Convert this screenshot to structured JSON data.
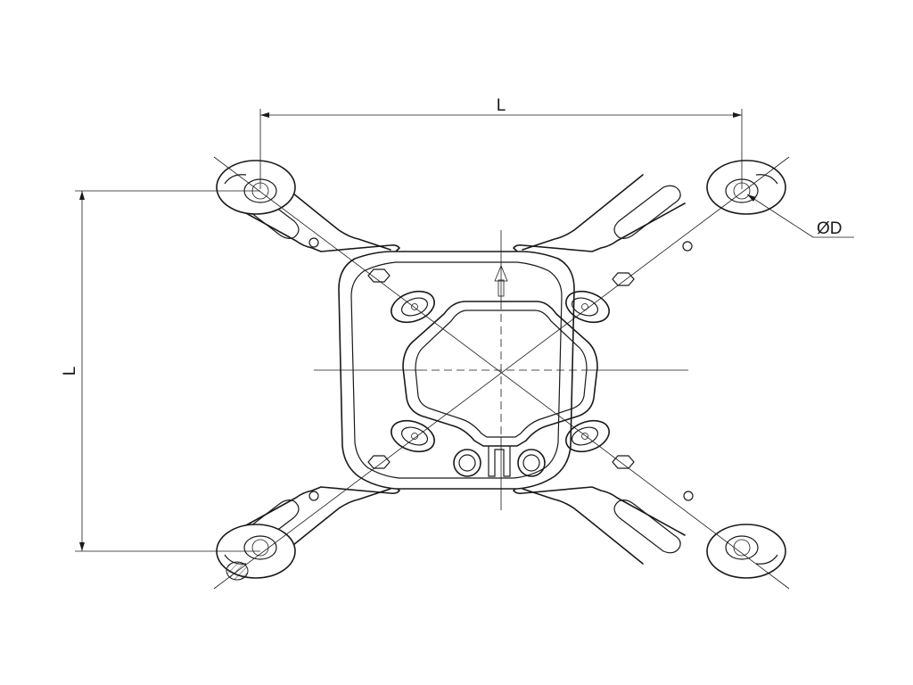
{
  "dimensions": {
    "width_label": "L",
    "height_label": "L",
    "diameter_label": "ØD"
  },
  "colors": {
    "line": "#1a1a1a",
    "background": "#ffffff"
  }
}
